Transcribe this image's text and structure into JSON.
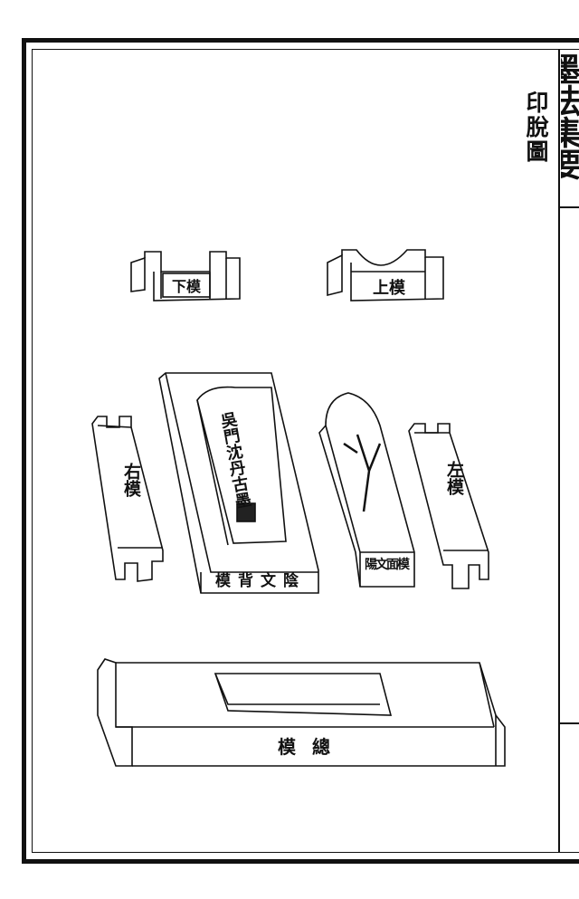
{
  "page": {
    "title": "印脫圖",
    "book_title_partial": "墨法集要"
  },
  "labels": {
    "lower_mold": "下模",
    "upper_mold": "上模",
    "right_mold": "右模",
    "yin_back_mold": "陰文背模",
    "yang_face_mold": "陽文面模",
    "left_mold": "左模",
    "general_mold": "總模",
    "ink_inscription": "吳門沈丹古墨"
  }
}
